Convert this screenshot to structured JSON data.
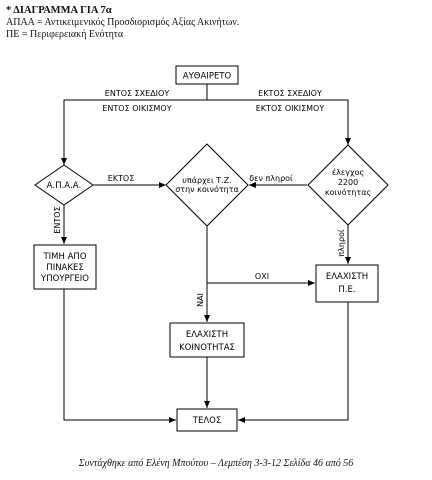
{
  "header": {
    "title": "* ΔΙΑΓΡΑΜΜΑ ΓΙΑ 7α",
    "abbrev_1": "ΑΠΑΑ = Αντικειμενικός Προσδιορισμός Αξίας Ακινήτων.",
    "abbrev_2": "ΠΕ = Περιφερειακή Ενότητα"
  },
  "nodes": {
    "start": "ΑΥΘΑΙΡΕΤΟ",
    "apaa": "Α.Π.Α.Α.",
    "tz_line1": "υπάρχει Τ.Ζ.",
    "tz_line2": "στην κοινότητα",
    "elegxos_line1": "έλεγχος",
    "elegxos_line2": "2200",
    "elegxos_line3": "κοινότητας",
    "timi_line1": "ΤΙΜΗ ΑΠΟ",
    "timi_line2": "ΠΙΝΑΚΕΣ",
    "timi_line3": "ΥΠΟΥΡΓΕΙΟ",
    "elax_pe_line1": "ΕΛΑΧΙΣΤΗ",
    "elax_pe_line2": "Π.Ε.",
    "elax_koin_line1": "ΕΛΑΧΙΣΤΗ",
    "elax_koin_line2": "ΚΟΙΝΟΤΗΤΑΣ",
    "end": "ΤΕΛΟΣ"
  },
  "edges": {
    "entos_sxediou": "ΕΝΤΟΣ ΣΧΕΔΙΟΥ",
    "entos_oikismou": "ΕΝΤΟΣ ΟΙΚΙΣΜΟΥ",
    "ektos_sxediou": "ΕΚΤΟΣ ΣΧΕΔΙΟΥ",
    "ektos_oikismou": "ΕΚΤΟΣ ΟΙΚΙΣΜΟΥ",
    "ektos": "ΕΚΤΟΣ",
    "entos": "ΕΝΤΟΣ",
    "den_plhroi": "δεν πληροί",
    "plhroi": "πληροί",
    "oxi": "ΟΧΙ",
    "nai": "ΝΑΙ"
  },
  "footer": "Συντάχθηκε από Ελένη Μπούτου – Λεμπέση 3-3-12 Σελίδα 46 από 56"
}
